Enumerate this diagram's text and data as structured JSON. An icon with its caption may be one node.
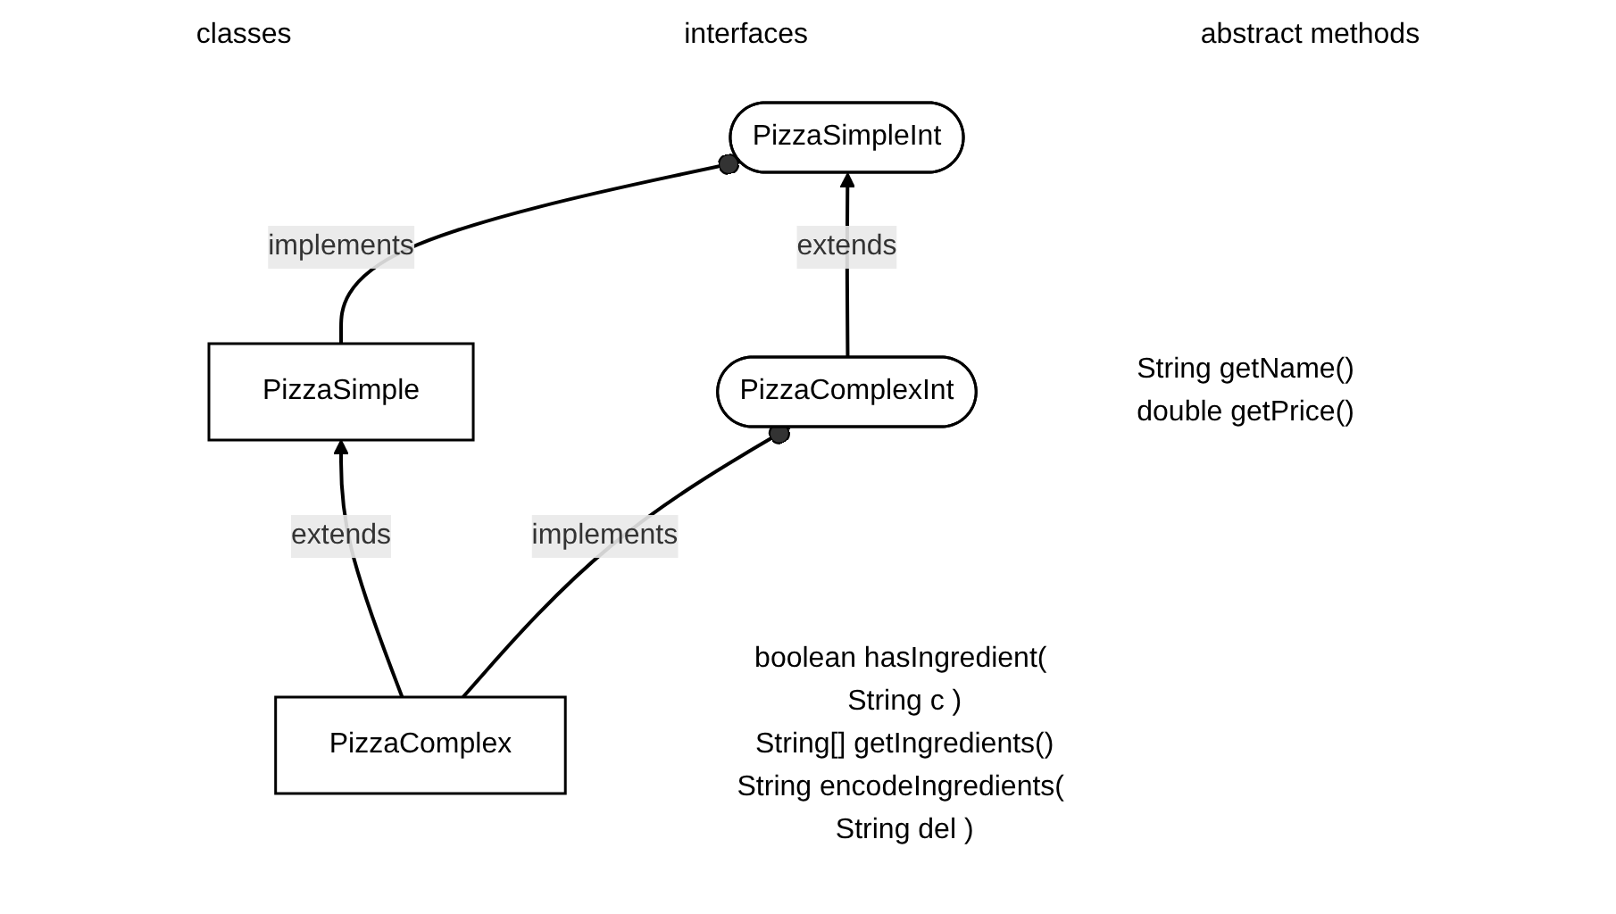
{
  "diagram": {
    "nodes": [
      {
        "text": [
          "PizzaSimpleInt"
        ],
        "beside": [
          "String getName()",
          "double getPrice()"
        ]
      },
      {
        "text": [
          "PizzaSimple"
        ]
      },
      {
        "text": [
          "PizzaComplexInt"
        ],
        "beside": [
          "boolean hasIngredient( String c )",
          "String[] getIngredients()",
          "String encodeIngredients( String del )"
        ]
      },
      {
        "text": [
          "PizzaComplex"
        ]
      }
    ],
    "edges": [
      {
        "from": 1,
        "to": 0,
        "arrow": "other",
        "label": "implements"
      },
      {
        "from": 2,
        "to": 0,
        "arrow": "to",
        "label": "extends"
      },
      {
        "from": 3,
        "to": 1,
        "arrow": "to",
        "label": "extends"
      },
      {
        "from": 3,
        "to": 2,
        "arrow": "other",
        "label": "implements"
      }
    ],
    "labels": [
      "classes",
      "interfaces",
      "abstract methods"
    ]
  }
}
